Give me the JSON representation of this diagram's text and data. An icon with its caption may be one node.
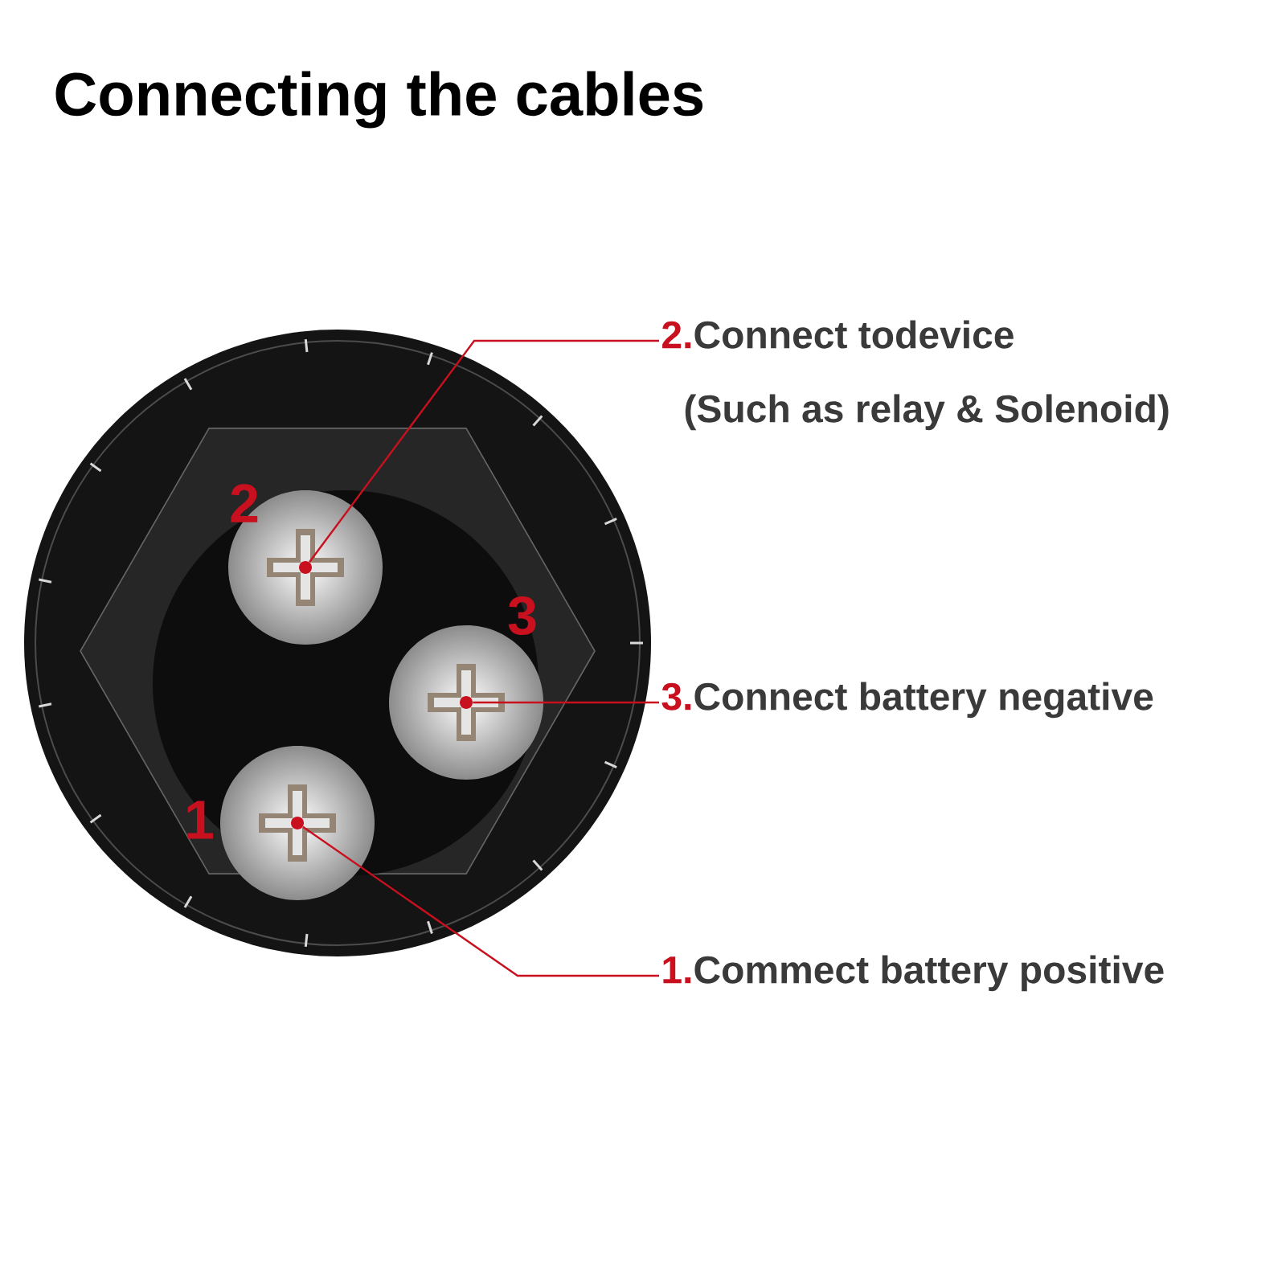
{
  "diagram": {
    "title": "Connecting the cables",
    "nodes": [
      {
        "text": [
          "2.",
          "Connect todevice",
          "(Such as  relay & Solenoid)"
        ]
      },
      {
        "text": [
          "3.",
          "Connect battery negative"
        ]
      },
      {
        "text": [
          "1.",
          "Commect battery positive"
        ]
      },
      {
        "text": [],
        "shape": "circle"
      },
      {
        "text": [],
        "shape": "circle"
      },
      {
        "text": [],
        "shape": "circle"
      }
    ],
    "edges": [
      {
        "from": 0,
        "to": 3,
        "arrow": "none"
      },
      {
        "from": 1,
        "to": 4,
        "arrow": "none"
      },
      {
        "from": 2,
        "to": 5,
        "arrow": "none"
      }
    ],
    "labels": [
      "2",
      "3",
      "1"
    ]
  }
}
